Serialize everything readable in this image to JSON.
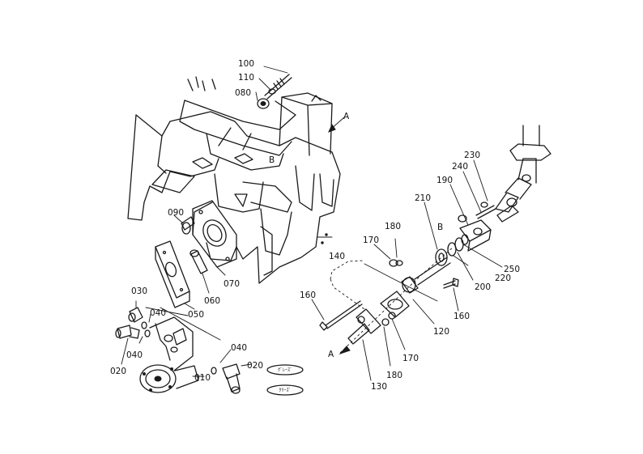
{
  "part_labels": {
    "p100": "100",
    "p110": "110",
    "p080": "080",
    "pA_top": "A",
    "pB_frame": "B",
    "p090": "090",
    "p070": "070",
    "p060": "060",
    "p050": "050",
    "p030": "030",
    "p040_a": "040",
    "p040_b": "040",
    "p040_c": "040",
    "p020_a": "020",
    "p020_b": "020",
    "p010": "010",
    "p160_a": "160",
    "p140": "140",
    "p170_a": "170",
    "p180_a": "180",
    "p210": "210",
    "p190": "190",
    "p240": "240",
    "p230": "230",
    "pB_shaft": "B",
    "p250": "250",
    "p220": "220",
    "p200": "200",
    "p160_b": "160",
    "p120": "120",
    "pA_bottom": "A",
    "p130": "130",
    "p180_b": "180",
    "p170_b": "170"
  },
  "stamp": {
    "top": "ｸﾞﾚｰｽﾞ",
    "bottom": "ｸﾘｰｽﾞ"
  }
}
